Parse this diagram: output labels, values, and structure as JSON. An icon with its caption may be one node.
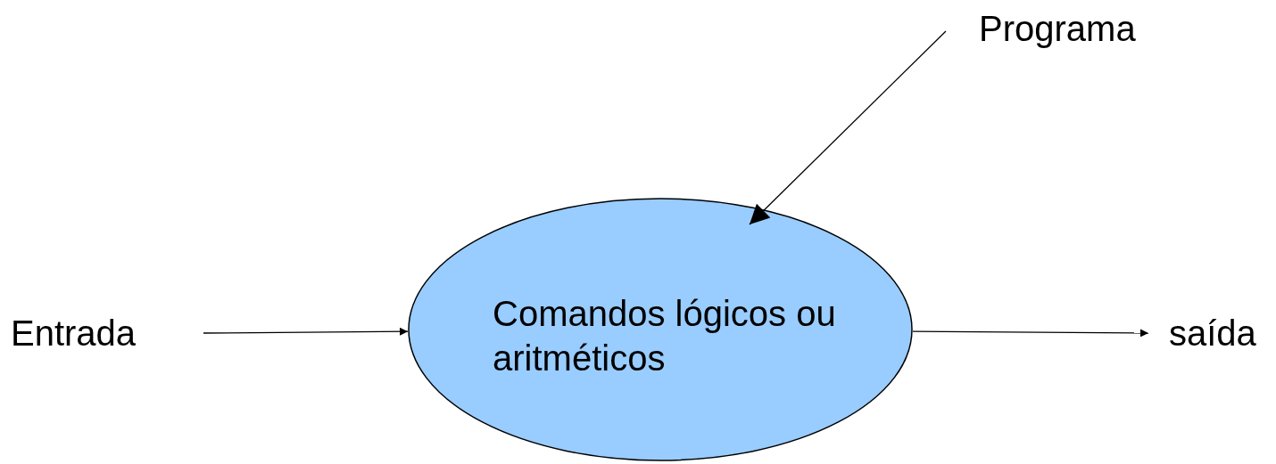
{
  "diagram": {
    "nodes": [
      {
        "text": [
          "Programa"
        ]
      },
      {
        "text": [
          "Entrada"
        ]
      },
      {
        "text": [
          "Comandos lógicos ou aritméticos"
        ]
      },
      {
        "text": [
          "saída"
        ]
      }
    ],
    "edges": [
      {
        "from": 0,
        "to": 2,
        "arrow": "to"
      },
      {
        "from": 1,
        "to": 2,
        "arrow": "to"
      },
      {
        "from": 2,
        "to": 3,
        "arrow": "to"
      }
    ]
  }
}
